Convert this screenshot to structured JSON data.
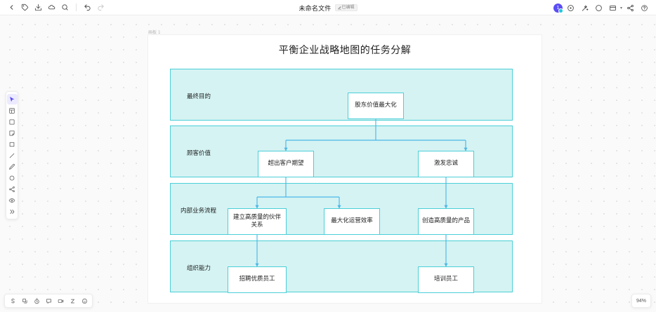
{
  "topbar": {
    "left_icons": [
      {
        "name": "back-icon",
        "label": "返回"
      },
      {
        "name": "tag-icon",
        "label": "标签"
      },
      {
        "name": "export-icon",
        "label": "导出"
      },
      {
        "name": "cloud-icon",
        "label": "云同步"
      },
      {
        "name": "search-icon",
        "label": "搜索"
      }
    ],
    "history_icons": [
      {
        "name": "undo-icon",
        "label": "撤销"
      },
      {
        "name": "redo-icon",
        "label": "重做"
      }
    ],
    "title": "未命名文件",
    "badge": "已编辑",
    "avatar_initial": "1",
    "right_icons": [
      {
        "name": "history-icon",
        "label": "历史记录"
      },
      {
        "name": "magic-wand-icon",
        "label": "AI 助手"
      },
      {
        "name": "comment-icon",
        "label": "评论"
      },
      {
        "name": "present-icon",
        "label": "演示"
      },
      {
        "name": "share-icon",
        "label": "分享"
      },
      {
        "name": "help-icon",
        "label": "帮助"
      }
    ]
  },
  "left_toolbar": {
    "items": [
      {
        "name": "select-tool",
        "label": "选择",
        "active": true
      },
      {
        "name": "frame-tool",
        "label": "画板"
      },
      {
        "name": "shape-tool",
        "label": "形状"
      },
      {
        "name": "sticky-note-tool",
        "label": "便签"
      },
      {
        "name": "rectangle-tool",
        "label": "矩形"
      },
      {
        "name": "line-tool",
        "label": "直线"
      },
      {
        "name": "pen-tool",
        "label": "画笔"
      },
      {
        "name": "circle-tool",
        "label": "圆形"
      },
      {
        "name": "connector-tool",
        "label": "连接线"
      },
      {
        "name": "eye-tool",
        "label": "视图"
      },
      {
        "name": "more-tools",
        "label": "更多"
      }
    ]
  },
  "bottom_toolbar": {
    "items": [
      {
        "name": "cursor-mode-icon",
        "label": "S"
      },
      {
        "name": "layers-icon",
        "label": "图层"
      },
      {
        "name": "timer-icon",
        "label": "计时器"
      },
      {
        "name": "chat-icon",
        "label": "聊天"
      },
      {
        "name": "video-icon",
        "label": "视频"
      },
      {
        "name": "zen-mode-icon",
        "label": "Z"
      },
      {
        "name": "emoji-icon",
        "label": "表情"
      }
    ]
  },
  "zoom": {
    "level": "94%"
  },
  "artboard": {
    "label": "画板 1"
  },
  "diagram": {
    "title": "平衡企业战略地图的任务分解",
    "bands": [
      {
        "name": "band-ultimate-purpose",
        "label": "最终目的",
        "nodes": [
          {
            "name": "node-shareholder-value",
            "text": "股东价值最大化"
          }
        ]
      },
      {
        "name": "band-customer-value",
        "label": "顾客价值",
        "nodes": [
          {
            "name": "node-exceed-expectations",
            "text": "超出客户期望"
          },
          {
            "name": "node-inspire-loyalty",
            "text": "激发忠诚"
          }
        ]
      },
      {
        "name": "band-internal-process",
        "label": "内部业务流程",
        "nodes": [
          {
            "name": "node-build-partnership",
            "text": "建立高质量的伙伴关系"
          },
          {
            "name": "node-maximize-efficiency",
            "text": "最大化运营效率"
          },
          {
            "name": "node-create-quality-product",
            "text": "创造高质量的产品"
          }
        ]
      },
      {
        "name": "band-org-capability",
        "label": "组织能力",
        "nodes": [
          {
            "name": "node-recruit-talent",
            "text": "招聘优质员工"
          },
          {
            "name": "node-train-employee",
            "text": "培训员工"
          }
        ]
      }
    ]
  },
  "colors": {
    "band_fill": "#d5f3f3",
    "band_stroke": "#4bcfd8",
    "node_fill": "#ffffff",
    "connector": "#4bb7e8",
    "accent": "#5a4df5"
  }
}
